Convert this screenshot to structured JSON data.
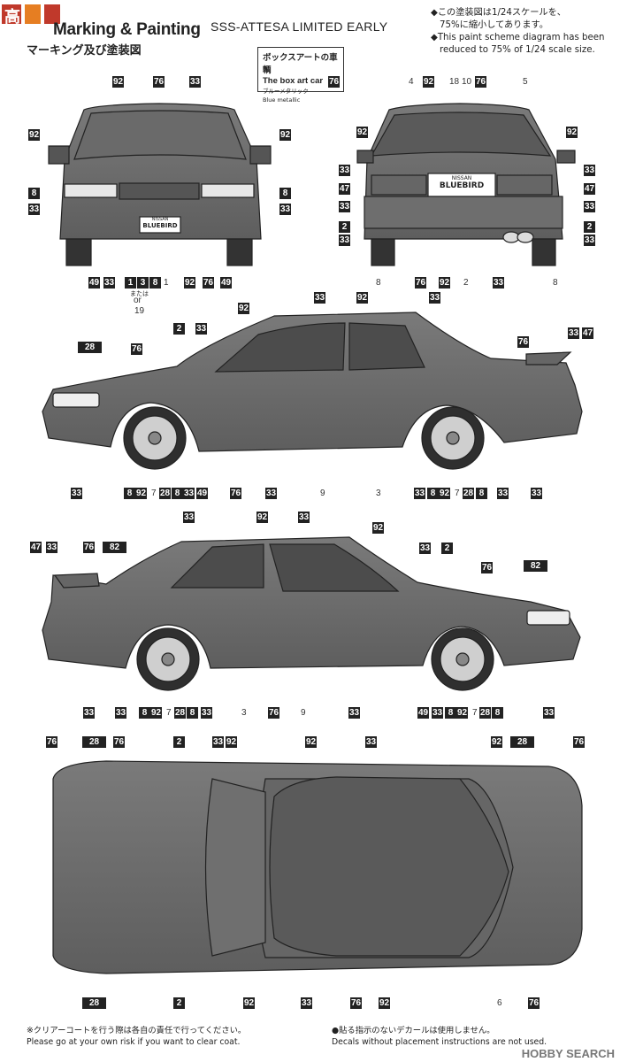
{
  "header": {
    "logo_text": "高",
    "title_en": "Marking & Painting",
    "title_jp": "マーキング及び塗装図",
    "subtitle": "SSS-ATTESA LIMITED EARLY",
    "scale_note_jp_1": "◆この塗装図は1/24スケールを、",
    "scale_note_jp_2": "75%に縮小してあります。",
    "scale_note_en_1": "◆This paint scheme diagram has been",
    "scale_note_en_2": "reduced to 75% of 1/24 scale size."
  },
  "box_art": {
    "label_jp": "ボックスアートの車輌",
    "label_en": "The box art car",
    "color_jp": "ブルーメタリック",
    "color_en": "Blue metallic",
    "color_code": "76"
  },
  "plates": {
    "front": "BLUEBIRD",
    "front_small": "NISSAN",
    "rear": "BLUEBIRD",
    "rear_small": "NISSAN"
  },
  "front_view": {
    "codes_top": [
      "92",
      "76",
      "33"
    ],
    "codes_left": [
      "92",
      "8",
      "33"
    ],
    "codes_right": [
      "92",
      "8",
      "33"
    ],
    "codes_bottom": [
      "49",
      "33",
      "92",
      "76",
      "49"
    ],
    "num_bottom": "1",
    "alt_codes": [
      "1",
      "3",
      "8"
    ],
    "alt_or_jp": "または",
    "alt_or_en": "or",
    "alt_num": "19"
  },
  "rear_view": {
    "nums_top": [
      "4",
      "18",
      "10",
      "5"
    ],
    "codes_top": [
      "92",
      "76"
    ],
    "codes_left": [
      "92",
      "33",
      "47",
      "33",
      "2",
      "33"
    ],
    "codes_right": [
      "92",
      "33",
      "47",
      "33",
      "2",
      "33"
    ],
    "codes_bottom": [
      "76",
      "92",
      "33"
    ],
    "nums_bottom": [
      "8",
      "2",
      "8"
    ]
  },
  "side_left": {
    "codes_top": [
      "33",
      "92",
      "33",
      "92",
      "2",
      "33",
      "76",
      "76"
    ],
    "codes_corner": [
      "28",
      "33",
      "47"
    ],
    "codes_bottom": [
      "33",
      "8",
      "92",
      "28",
      "8",
      "33",
      "49",
      "76",
      "33",
      "33",
      "8",
      "92",
      "28",
      "8",
      "33",
      "33"
    ],
    "nums_bottom": [
      "7",
      "9",
      "3",
      "7"
    ]
  },
  "side_right": {
    "codes_top": [
      "33",
      "92",
      "33",
      "92",
      "47",
      "33",
      "76",
      "82",
      "33",
      "2",
      "76",
      "82"
    ],
    "codes_bottom": [
      "33",
      "33",
      "8",
      "92",
      "28",
      "8",
      "33",
      "76",
      "33",
      "49",
      "33",
      "8",
      "92",
      "28",
      "8",
      "33"
    ],
    "nums_bottom": [
      "7",
      "3",
      "9",
      "7"
    ]
  },
  "top_view": {
    "codes_top": [
      "76",
      "28",
      "76",
      "2",
      "33",
      "92",
      "92",
      "33",
      "92",
      "28",
      "76"
    ],
    "codes_bottom": [
      "28",
      "2",
      "92",
      "33",
      "76",
      "92",
      "76"
    ],
    "num_bottom": "6"
  },
  "footer": {
    "left_jp": "※クリアーコートを行う際は各自の責任で行ってください。",
    "left_en": "Please go at your own risk if you want to clear coat.",
    "right_jp": "●貼る指示のないデカールは使用しません。",
    "right_en": "Decals without placement instructions are not used.",
    "watermark": "HOBBY SEARCH"
  }
}
